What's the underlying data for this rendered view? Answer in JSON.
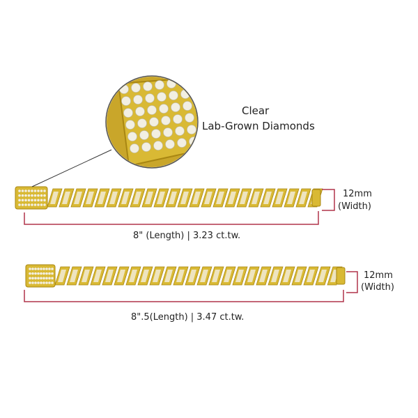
{
  "callout": {
    "line1": "Clear",
    "line2": "Lab-Grown Diamonds"
  },
  "bracelets": [
    {
      "width_value": "12mm",
      "width_label": "(Width)",
      "length_text": "8\" (Length) | 3.23 ct.tw."
    },
    {
      "width_value": "12mm",
      "width_label": "(Width)",
      "length_text": "8\".5(Length) | 3.47 ct.tw."
    }
  ],
  "colors": {
    "gold": "#d9b934",
    "gold_dark": "#a88612",
    "diamond": "#f2efe2",
    "measure_line": "#b0344a"
  }
}
